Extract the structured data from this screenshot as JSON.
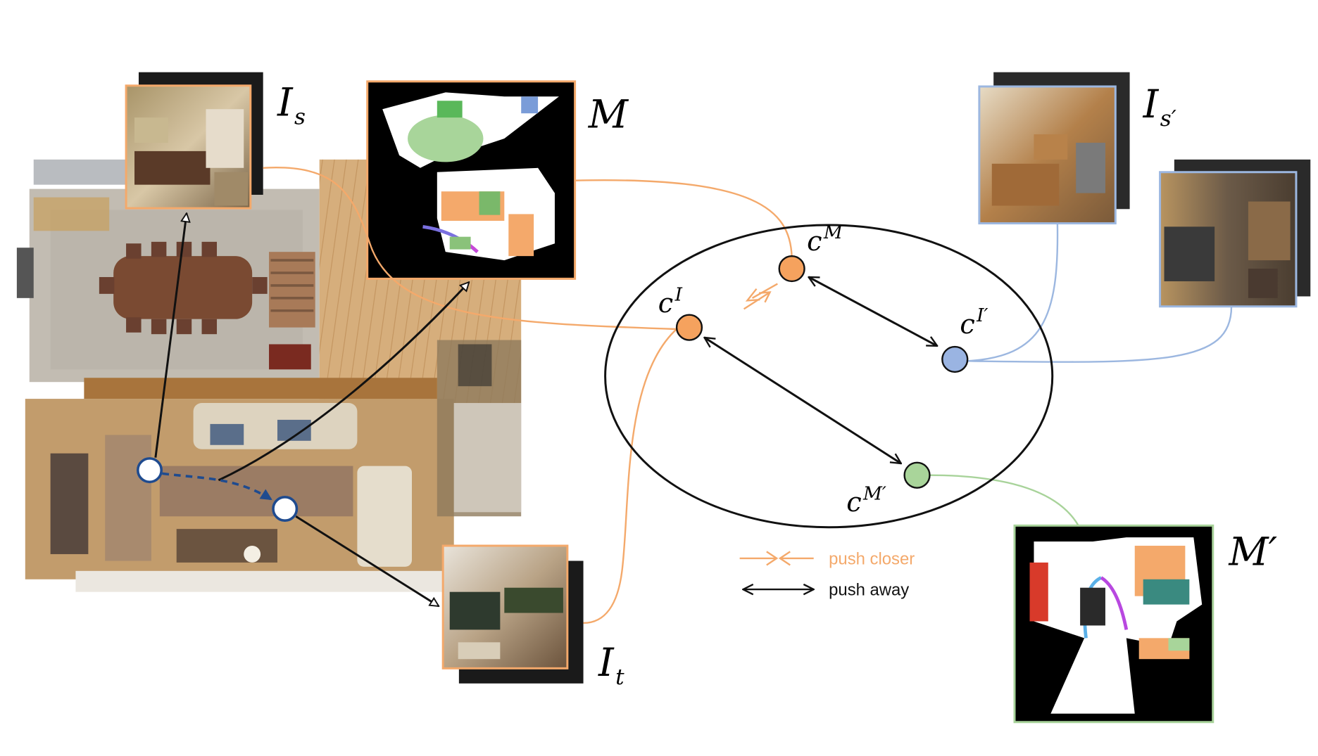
{
  "labels": {
    "i_s": "I",
    "i_s_sub": "s",
    "m": "M",
    "i_s_prime": "I",
    "i_s_prime_sub": "s′",
    "i_t": "I",
    "i_t_sub": "t",
    "m_prime": "M′",
    "c_m": "c",
    "c_m_sup": "M",
    "c_i": "c",
    "c_i_sup": "I",
    "c_i_prime": "c",
    "c_i_prime_sup": "I′",
    "c_m_prime": "c",
    "c_m_prime_sup": "M′"
  },
  "legend": {
    "push_closer": "push closer",
    "push_away": "push away"
  },
  "colors": {
    "orange": "#f4a96b",
    "orange_node": "#f5a25e",
    "blue": "#9cb7e0",
    "blue_node": "#9ab4e2",
    "green": "#a8d39a",
    "green_node": "#a9d59a",
    "navy": "#1f4b8f",
    "black": "#111111"
  },
  "icons": {
    "floorplan": "floorplan-image",
    "map": "semantic-map-image",
    "rgb": "rgb-observation-image"
  }
}
